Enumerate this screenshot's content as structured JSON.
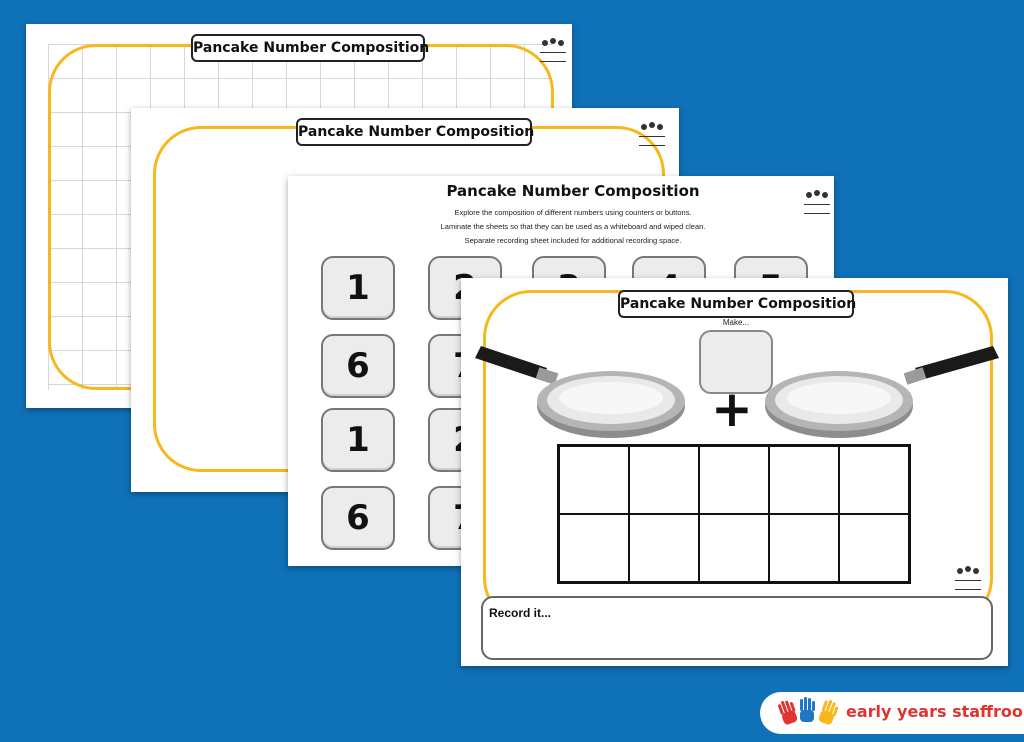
{
  "sheets": {
    "grid_sheet": {
      "title": "Pancake Number Composition"
    },
    "blank_sheet": {
      "title": "Pancake Number Composition"
    },
    "cards_sheet": {
      "title": "Pancake Number Composition",
      "instructions": [
        "Explore the composition of different numbers using counters or buttons.",
        "Laminate the sheets so that they can be used as a whiteboard and wiped clean.",
        "Separate recording sheet included for additional recording space."
      ],
      "cards_row1": [
        "1",
        "2",
        "3",
        "4",
        "5"
      ],
      "cards_row2": [
        "6",
        "7"
      ],
      "cards_row3": [
        "1",
        "2"
      ],
      "cards_row4": [
        "6",
        "7"
      ]
    },
    "pan_sheet": {
      "title": "Pancake Number Composition",
      "make_label": "Make...",
      "plus_symbol": "+",
      "record_label": "Record it..."
    }
  },
  "brand": {
    "name": "early years staffroom",
    "text_color": "#e2342f"
  },
  "colors": {
    "background": "#0f71b8",
    "frame_yellow": "#f6b81a"
  }
}
